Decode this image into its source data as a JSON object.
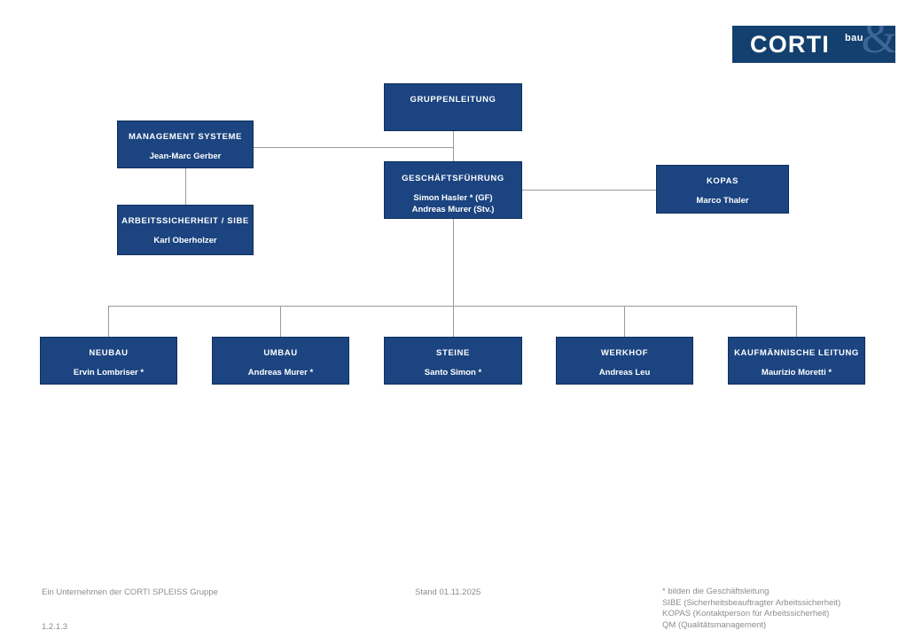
{
  "logo": {
    "name": "CORTI",
    "sub": "bau",
    "mark": "&",
    "bg": "#13406f"
  },
  "colors": {
    "box_fill": "#1b4480",
    "box_border": "#0e2f5c",
    "connector": "#9a9a9a",
    "footer_text": "#8d8d8d"
  },
  "chart_data": {
    "type": "diagram",
    "title": "CORTI bau Organigramm",
    "nodes": [
      {
        "id": "gruppenleitung",
        "title": "GRUPPENLEITUNG",
        "names": ""
      },
      {
        "id": "management",
        "title": "MANAGEMENT SYSTEME",
        "names": "Jean-Marc Gerber"
      },
      {
        "id": "arbeitssicherheit",
        "title": "ARBEITSSICHERHEIT / SIBE",
        "names": "Karl Oberholzer"
      },
      {
        "id": "geschaeftsfuehrung",
        "title": "GESCHÄFTSFÜHRUNG",
        "names": "Simon Hasler * (GF)\nAndreas Murer (Stv.)"
      },
      {
        "id": "kopas",
        "title": "KOPAS",
        "names": "Marco Thaler"
      },
      {
        "id": "neubau",
        "title": "NEUBAU",
        "names": "Ervin Lombriser *"
      },
      {
        "id": "umbau",
        "title": "UMBAU",
        "names": "Andreas Murer *"
      },
      {
        "id": "steine",
        "title": "STEINE",
        "names": "Santo Simon *"
      },
      {
        "id": "werkhof",
        "title": "WERKHOF",
        "names": "Andreas Leu"
      },
      {
        "id": "kaufmaennische",
        "title": "KAUFMÄNNISCHE LEITUNG",
        "names": "Maurizio Moretti *"
      }
    ],
    "edges": [
      {
        "from": "gruppenleitung",
        "to": "geschaeftsfuehrung"
      },
      {
        "from": "gruppenleitung",
        "to": "management"
      },
      {
        "from": "management",
        "to": "arbeitssicherheit"
      },
      {
        "from": "geschaeftsfuehrung",
        "to": "kopas"
      },
      {
        "from": "geschaeftsfuehrung",
        "to": "neubau"
      },
      {
        "from": "geschaeftsfuehrung",
        "to": "umbau"
      },
      {
        "from": "geschaeftsfuehrung",
        "to": "steine"
      },
      {
        "from": "geschaeftsfuehrung",
        "to": "werkhof"
      },
      {
        "from": "geschaeftsfuehrung",
        "to": "kaufmaennische"
      }
    ]
  },
  "footer": {
    "left": "Ein Unternehmen der CORTI SPLEISS Gruppe",
    "center": "Stand 01.11.2025",
    "version": "1.2.1.3",
    "legend": "* bilden die Geschäftsleitung\nSIBE  (Sicherheitsbeauftragter Arbeitssicherheit)\nKOPAS (Kontaktperson für Arbeitssicherheit)\nQM  (Qualitätsmanagement)"
  }
}
